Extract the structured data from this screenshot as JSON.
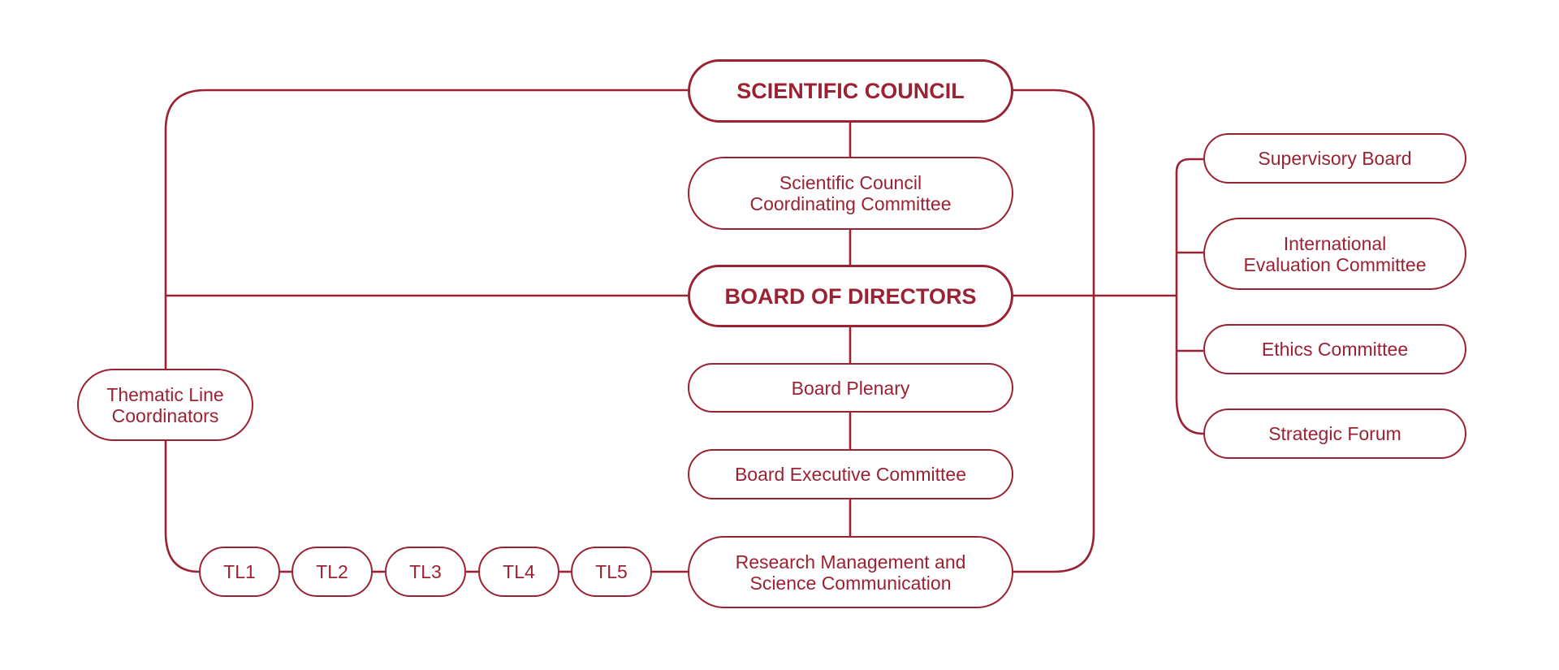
{
  "colors": {
    "accent": "#9a2233",
    "background": "#ffffff"
  },
  "center": {
    "scientific_council": "SCIENTIFIC COUNCIL",
    "sc_coordinating_committee": "Scientific Council\nCoordinating Committee",
    "board_of_directors": "BOARD OF DIRECTORS",
    "board_plenary": "Board Plenary",
    "board_executive_committee": "Board Executive Committee",
    "research_management": "Research Management and\nScience Communication"
  },
  "left": {
    "thematic_line_coordinators": "Thematic Line\nCoordinators",
    "thematic_lines": [
      "TL1",
      "TL2",
      "TL3",
      "TL4",
      "TL5"
    ]
  },
  "right": {
    "bodies": [
      "Supervisory Board",
      "International\nEvaluation Committee",
      "Ethics Committee",
      "Strategic Forum"
    ]
  }
}
